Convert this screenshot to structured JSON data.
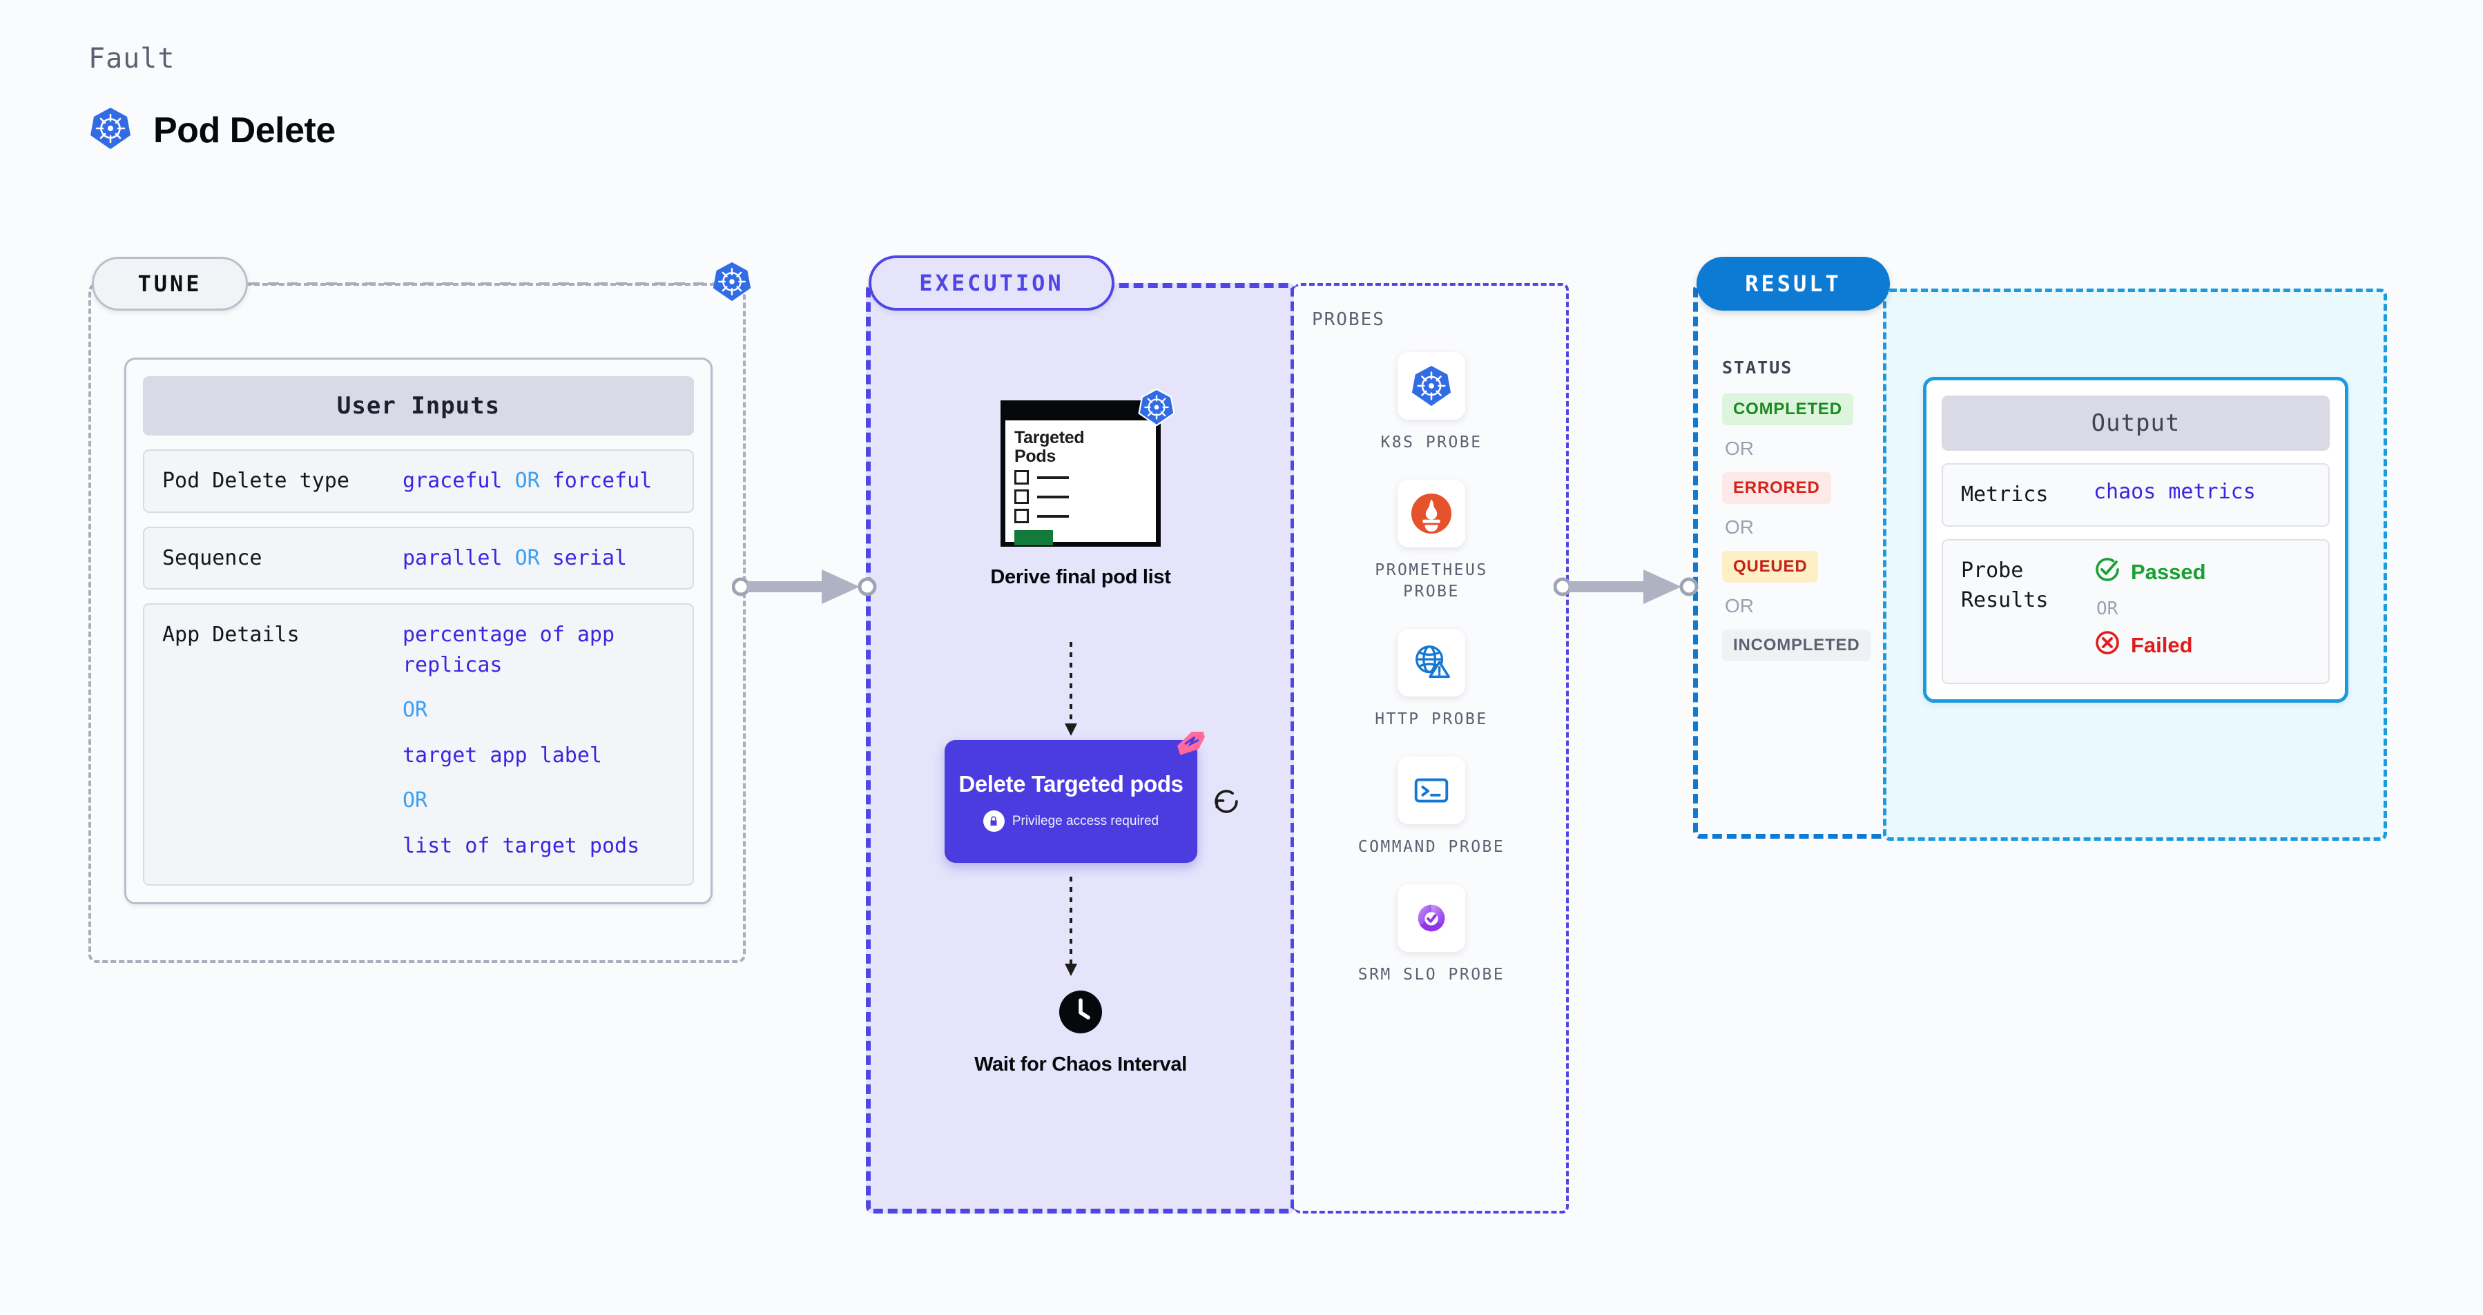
{
  "header": {
    "kicker": "Fault",
    "title": "Pod Delete",
    "icon": "kubernetes-icon"
  },
  "stages": {
    "tune": "TUNE",
    "execution": "EXECUTION",
    "probes": "PROBES",
    "result": "RESULT"
  },
  "tune": {
    "card_title": "User Inputs",
    "rows": [
      {
        "key": "Pod Delete type",
        "values": [
          "graceful",
          "forceful"
        ],
        "separator": "OR"
      },
      {
        "key": "Sequence",
        "values": [
          "parallel",
          "serial"
        ],
        "separator": "OR"
      },
      {
        "key": "App Details",
        "values": [
          "percentage of app replicas",
          "target app label",
          "list of target pods"
        ],
        "separator": "OR"
      }
    ],
    "row0_v0": "graceful",
    "row0_or": "OR",
    "row0_v1": "forceful",
    "row1_v0": "parallel",
    "row1_or": "OR",
    "row1_v1": "serial",
    "row2_k": "App Details",
    "row2_v0": "percentage of app replicas",
    "row2_or1": "OR",
    "row2_v1": "target app label",
    "row2_or2": "OR",
    "row2_v2": "list of target pods",
    "row0_k": "Pod Delete type",
    "row1_k": "Sequence"
  },
  "execution": {
    "derive": {
      "card_title": "Targeted\nPods",
      "card_title_line1": "Targeted",
      "card_title_line2": "Pods",
      "label": "Derive final pod list",
      "icon": "kubernetes-icon",
      "list_items": 3,
      "accent_color": "#137a3c"
    },
    "delete": {
      "title": "Delete Targeted pods",
      "badge": "Privilege access required",
      "badge_icon": "lock-icon",
      "repeat_icon": "refresh-icon",
      "corner_icon": "harness-corner-marker",
      "bg_color": "#4b3ce0"
    },
    "wait": {
      "label": "Wait for Chaos Interval",
      "icon": "clock-icon"
    }
  },
  "probes": [
    {
      "name": "K8S PROBE",
      "icon": "kubernetes-icon"
    },
    {
      "name": "PROMETHEUS PROBE",
      "icon": "prometheus-icon"
    },
    {
      "name": "HTTP PROBE",
      "icon": "globe-warning-icon"
    },
    {
      "name": "COMMAND PROBE",
      "icon": "terminal-icon"
    },
    {
      "name": "SRM SLO PROBE",
      "icon": "srm-slo-icon"
    }
  ],
  "result": {
    "status_label": "STATUS",
    "statuses": [
      {
        "label": "COMPLETED",
        "color": "#1a8a1f",
        "bg": "#dcf5dc"
      },
      {
        "label": "ERRORED",
        "color": "#d4231c",
        "bg": "#fde9e7"
      },
      {
        "label": "QUEUED",
        "color": "#c22218",
        "bg": "#fdefc6"
      },
      {
        "label": "INCOMPLETED",
        "color": "#5b6170",
        "bg": "#f0f1f5"
      }
    ],
    "or": "OR",
    "s0": "COMPLETED",
    "s1": "ERRORED",
    "s2": "QUEUED",
    "s3": "INCOMPLETED"
  },
  "output": {
    "card_title": "Output",
    "metrics_key": "Metrics",
    "metrics_value": "chaos metrics",
    "probe_results_key": "Probe Results",
    "probe_results_key_l1": "Probe",
    "probe_results_key_l2": "Results",
    "passed": "Passed",
    "failed": "Failed",
    "or": "OR",
    "passed_icon": "check-circle-icon",
    "failed_icon": "x-circle-icon"
  },
  "colors": {
    "k8s_blue": "#326ce5",
    "execution_purple": "#4f46e5",
    "result_blue": "#0d7ad4",
    "output_cyan": "#1b9bdd",
    "value_purple": "#3b26e0",
    "or_blue": "#3ba0f4"
  }
}
